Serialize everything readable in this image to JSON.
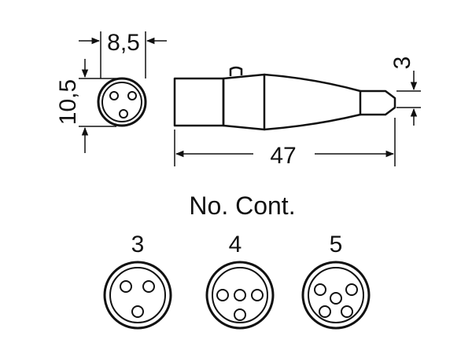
{
  "dimensions": {
    "width_label": "8,5",
    "height_label": "10,5",
    "tip_label": "3",
    "length_label": "47"
  },
  "contacts": {
    "title": "No. Cont.",
    "items": [
      {
        "label": "3",
        "pins": 3
      },
      {
        "label": "4",
        "pins": 4
      },
      {
        "label": "5",
        "pins": 5
      }
    ]
  },
  "colors": {
    "line": "#111111",
    "background": "#ffffff"
  }
}
